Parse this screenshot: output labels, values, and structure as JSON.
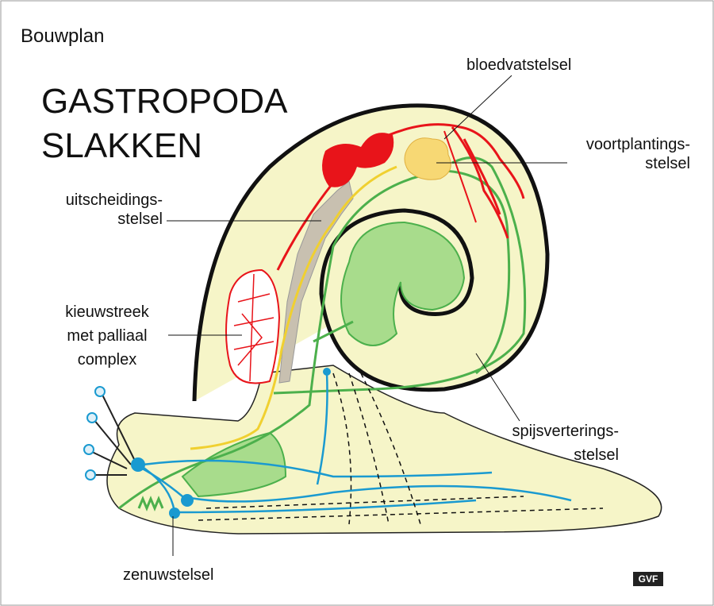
{
  "subtitle": "Bouwplan",
  "title": [
    "GASTROPODA",
    "SLAKKEN"
  ],
  "labels": {
    "bloedvatstelsel": "bloedvatstelsel",
    "voortplantings": [
      "voortplantings-",
      "stelsel"
    ],
    "uitscheidings": [
      "uitscheidings-",
      "stelsel"
    ],
    "kieuwstreek": [
      "kieuwstreek",
      "met palliaal",
      "complex"
    ],
    "spijsverterings": [
      "spijsverterings-",
      "stelsel"
    ],
    "zenuwstelsel": "zenuwstelsel"
  },
  "logo": "GVF",
  "colors": {
    "body": "#f6f5c8",
    "blood": "#e8141a",
    "reproductive": "#f7d874",
    "excretory": "#c8c0b0",
    "digestive": "#4cb04c",
    "digestive_fill": "#a8dc8c",
    "nerve": "#1a9ad0",
    "shell": "#111111"
  }
}
